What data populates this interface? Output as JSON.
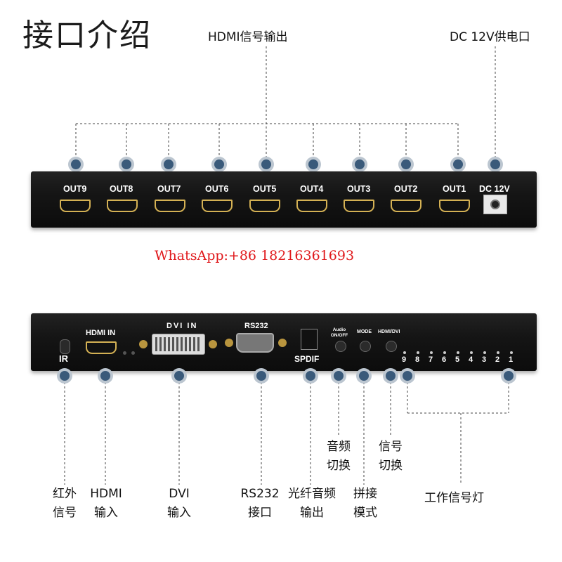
{
  "title": "接口介绍",
  "top_labels": {
    "hdmi_out": "HDMI信号输出",
    "dc_power": "DC 12V供电口"
  },
  "front_ports": [
    "OUT9",
    "OUT8",
    "OUT7",
    "OUT6",
    "OUT5",
    "OUT4",
    "OUT3",
    "OUT2",
    "OUT1",
    "DC 12V"
  ],
  "watermark": "WhatsApp:+86  18216361693",
  "back_panel": {
    "ir": "IR",
    "hdmi_in": "HDMI IN",
    "dvi_in": "DVI IN",
    "rs232": "RS232",
    "spdif": "SPDIF",
    "audio_btn": "Audio ON/OFF",
    "mode_btn": "MODE",
    "hdmi_dvi_btn": "HDMI/DVI",
    "leds": [
      "9",
      "8",
      "7",
      "6",
      "5",
      "4",
      "3",
      "2",
      "1"
    ]
  },
  "callouts": {
    "audio_switch": [
      "音频",
      "切换"
    ],
    "signal_switch": [
      "信号",
      "切换"
    ],
    "ir_signal": [
      "红外",
      "信号"
    ],
    "hdmi_input": [
      "HDMI",
      "输入"
    ],
    "dvi_input": [
      "DVI",
      "输入"
    ],
    "rs232_port": [
      "RS232",
      "接口"
    ],
    "optical_audio": [
      "光纤音频",
      "输出"
    ],
    "splice_mode": [
      "拼接",
      "模式"
    ],
    "work_led": "工作信号灯"
  }
}
